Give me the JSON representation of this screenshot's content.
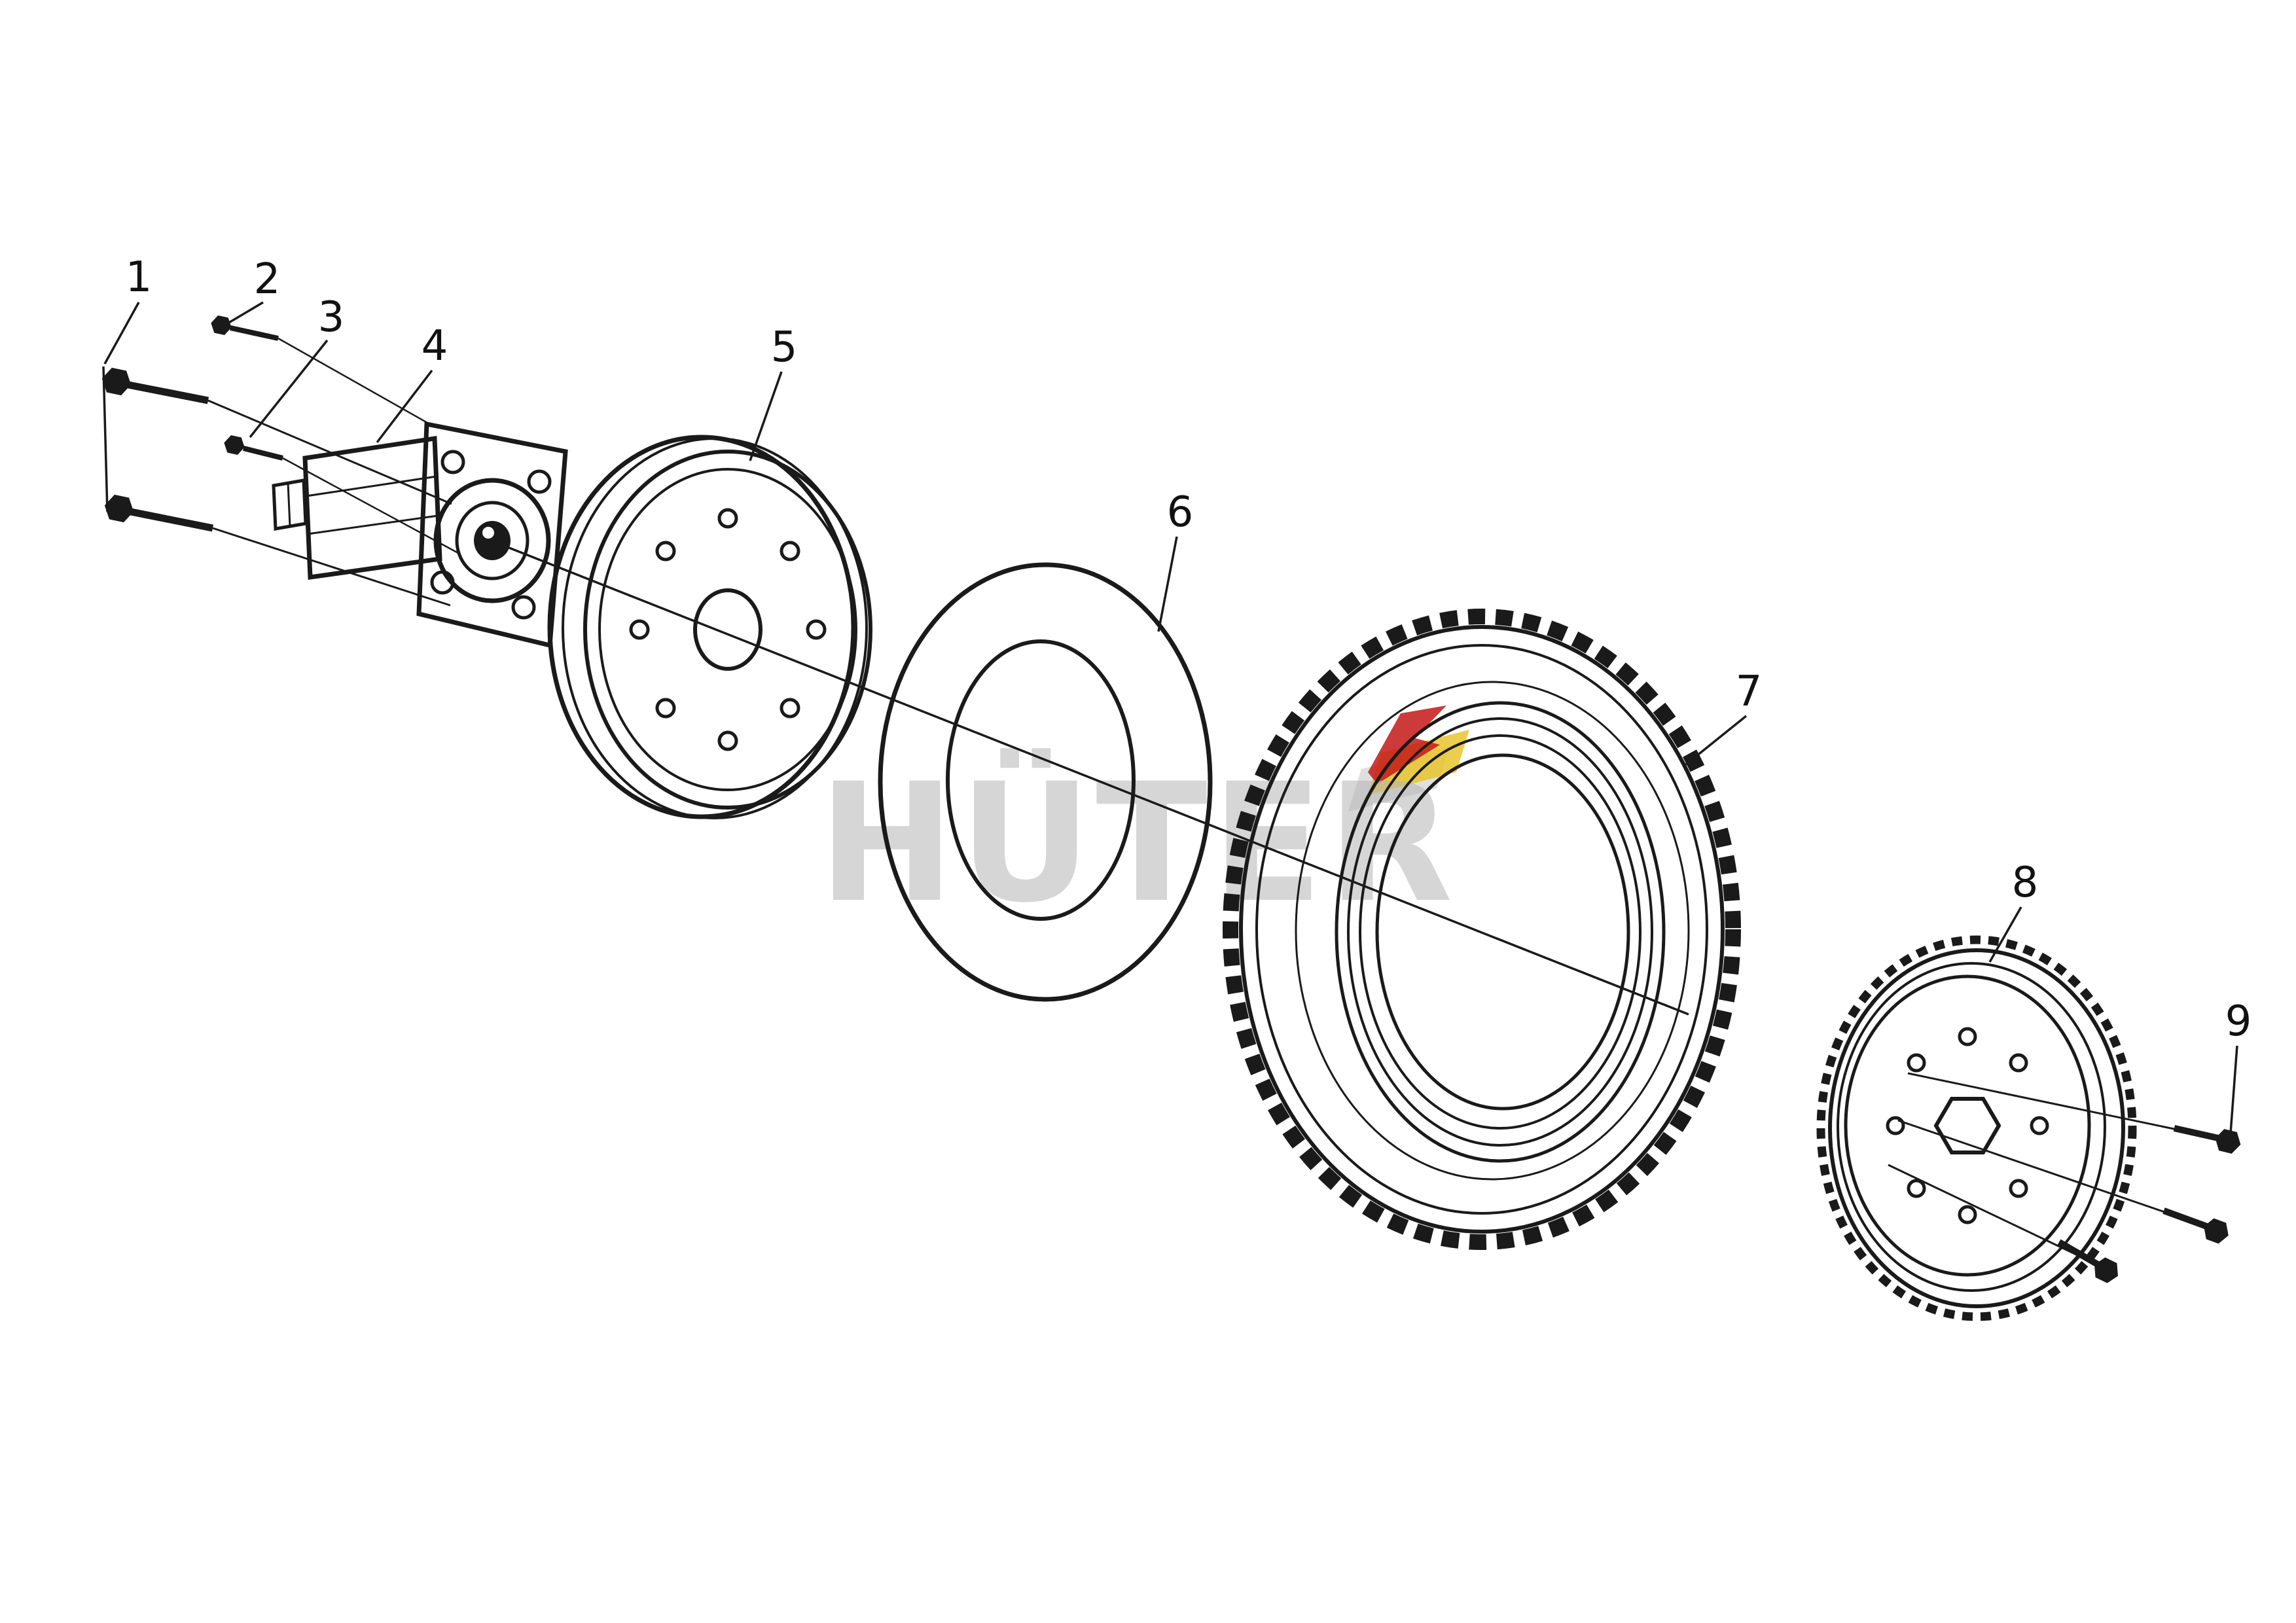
{
  "watermark": {
    "text": "HÜTER"
  },
  "labels": [
    "1",
    "2",
    "3",
    "4",
    "5",
    "6",
    "7",
    "8",
    "9"
  ],
  "colors": {
    "line": "#1a1a1a",
    "watermark_gray": "#b5b5b5",
    "logo_red": "#c41717",
    "logo_yellow": "#e9c62e",
    "logo_gray": "#c9c9c9"
  }
}
